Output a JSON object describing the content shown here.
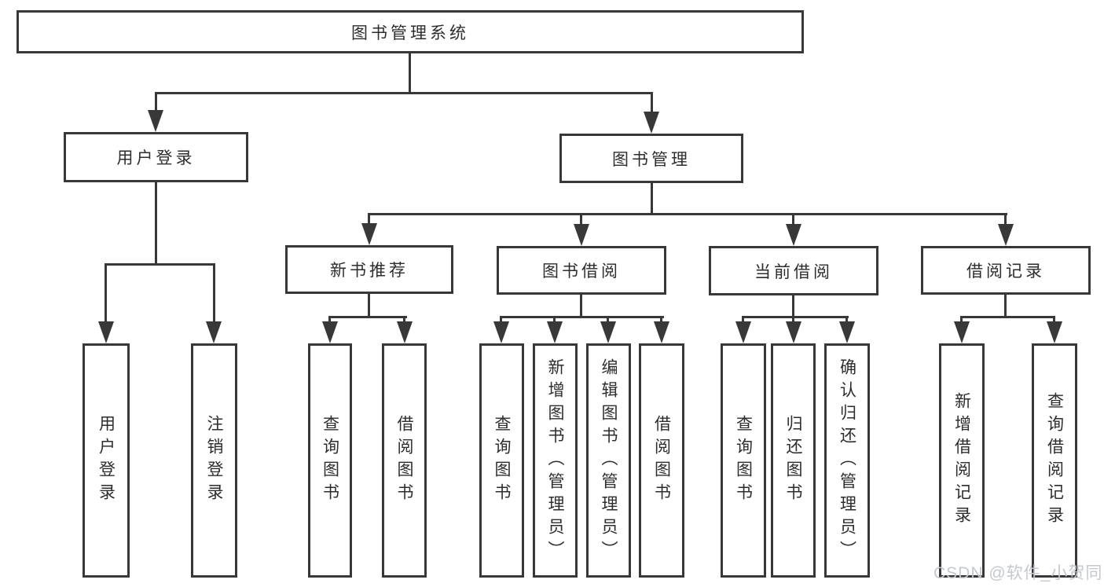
{
  "title": "图书管理系统",
  "level2": {
    "login": "用户登录",
    "mgmt": "图书管理"
  },
  "level3": {
    "recommend": "新书推荐",
    "borrow": "图书借阅",
    "current": "当前借阅",
    "records": "借阅记录"
  },
  "leaves": {
    "login": [
      "用户登录",
      "注销登录"
    ],
    "recommend": [
      "查询图书",
      "借阅图书"
    ],
    "borrow": [
      "查询图书",
      "新增图书（管理员）",
      "编辑图书（管理员）",
      "借阅图书"
    ],
    "current": [
      "查询图书",
      "归还图书",
      "确认归还（管理员）"
    ],
    "records": [
      "新增借阅记录",
      "查询借阅记录"
    ]
  },
  "watermark": "CSDN @软件_小贺同学",
  "colors": {
    "line": "#383838",
    "text": "#2d2d2d",
    "watermark": "#c4c9cf",
    "background": "#ffffff"
  }
}
